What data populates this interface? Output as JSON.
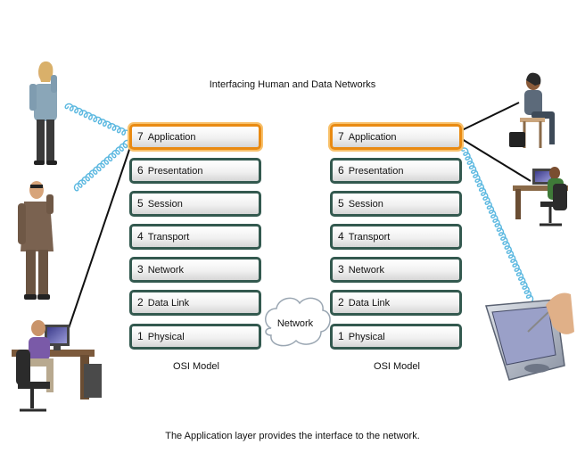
{
  "title": "Interfacing Human and Data Networks",
  "caption": "The Application layer provides the interface to the network.",
  "cloud_label": "Network",
  "left_stack": {
    "label": "OSI Model",
    "layers": [
      {
        "num": "7",
        "name": "Application"
      },
      {
        "num": "6",
        "name": "Presentation"
      },
      {
        "num": "5",
        "name": "Session"
      },
      {
        "num": "4",
        "name": "Transport"
      },
      {
        "num": "3",
        "name": "Network"
      },
      {
        "num": "2",
        "name": "Data Link"
      },
      {
        "num": "1",
        "name": "Physical"
      }
    ]
  },
  "right_stack": {
    "label": "OSI Model",
    "layers": [
      {
        "num": "7",
        "name": "Application"
      },
      {
        "num": "6",
        "name": "Presentation"
      },
      {
        "num": "5",
        "name": "Session"
      },
      {
        "num": "4",
        "name": "Transport"
      },
      {
        "num": "3",
        "name": "Network"
      },
      {
        "num": "2",
        "name": "Data Link"
      },
      {
        "num": "1",
        "name": "Physical"
      }
    ]
  },
  "colors": {
    "layer_border": "#33594f",
    "highlight_border": "#e98a12",
    "wireless_waves": "#5bb8e0",
    "wired_links": "#111111"
  },
  "icons": [
    "woman-phone-icon",
    "man-phone-icon",
    "desktop-user-icon",
    "seated-woman-icon",
    "desktop-user-icon",
    "pda-tablet-icon",
    "network-cloud-icon"
  ]
}
